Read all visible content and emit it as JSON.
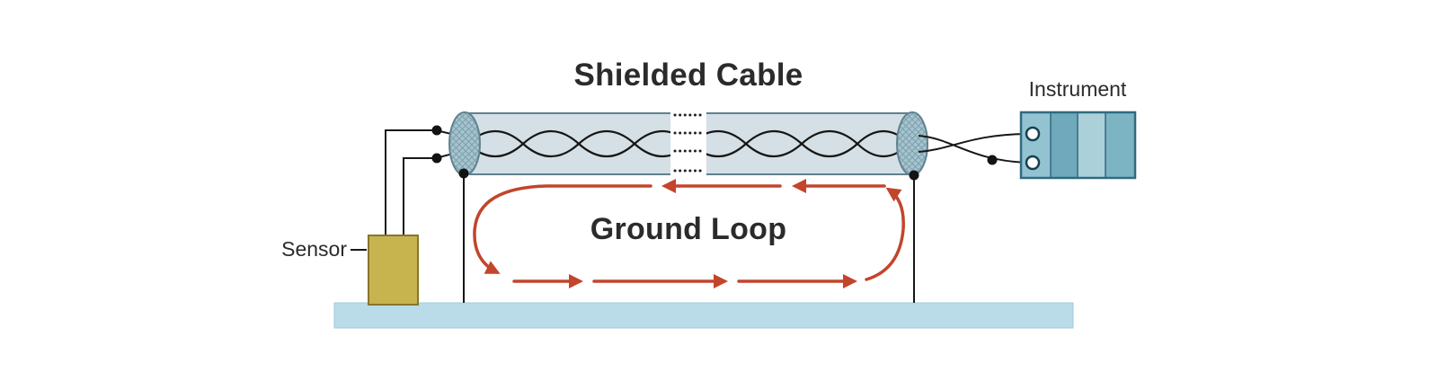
{
  "diagram": {
    "title": "Shielded Cable",
    "labels": {
      "instrument": "Instrument",
      "sensor": "Sensor",
      "ground_loop": "Ground Loop"
    },
    "colors": {
      "arrow_red": "#c2452c",
      "ground_plane_blue": "#b9dce8",
      "cable_body": "#d4e0e5",
      "cable_shield_mesh": "#a6c4cf",
      "cable_outline": "#5f828f",
      "sensor_yellow": "#c8b44f",
      "sensor_outline": "#86762c",
      "instrument_teal_light": "#abd0da",
      "instrument_teal_dark": "#6fa9bb",
      "instrument_outline": "#2e6b80",
      "wire_black": "#171717",
      "text_dark": "#2b2b2b"
    }
  }
}
